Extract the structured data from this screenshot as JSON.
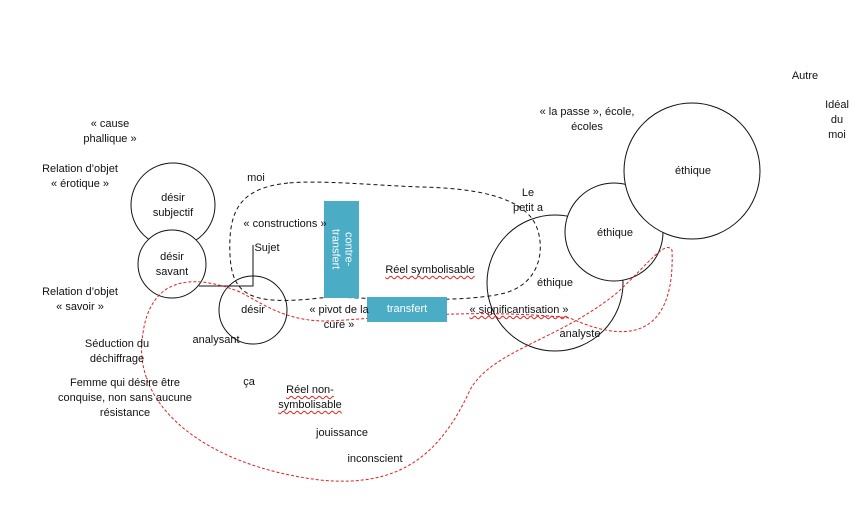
{
  "labels": {
    "autre": "Autre",
    "ideal_du_moi": "Idéal\ndu\nmoi",
    "la_passe": "« la passe », école,\nécoles",
    "cause_phallique": "« cause\nphallique »",
    "relation_erotique": "Relation d’objet\n« érotique »",
    "moi": "moi",
    "le_petit_a": "Le\npetit a",
    "constructions": "« constructions »",
    "sujet": "Sujet",
    "reel_symbolisable": "Réel symbolisable",
    "relation_savoir": "Relation d’objet\n« savoir »",
    "pivot_cure": "« pivot de la\ncure »",
    "significantisation": "« significantisation »",
    "analyste": "analyste",
    "seduction": "Séduction du\ndéchiffrage",
    "analysant": "analysant",
    "femme": "Femme qui désire être\nconquise, non sans aucune\nrésistance",
    "ca": "ça",
    "reel_non_symbolisable": "Réel non-\nsymbolisable",
    "jouissance": "jouissance",
    "inconscient": "inconscient"
  },
  "circles": {
    "ethique_large": "éthique",
    "ethique_medium": "éthique",
    "ethique_analyste": "éthique",
    "desir_subjectif": "désir\nsubjectif",
    "desir_savant": "désir\nsavant",
    "desir": "désir"
  },
  "boxes": {
    "contre_transfert": "contre-\ntransfert",
    "transfert": "transfert"
  },
  "colors": {
    "box_fill": "#4bacc6",
    "red_dashed": "#e02020",
    "stroke": "#111111"
  }
}
